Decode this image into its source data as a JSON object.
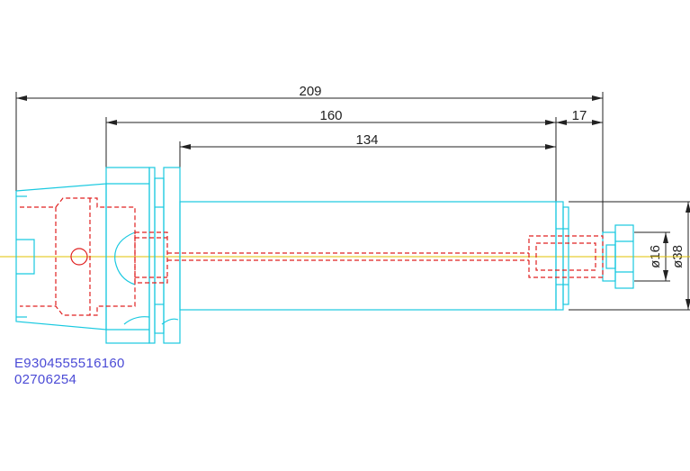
{
  "dimensions": {
    "overall_length": "209",
    "length_160": "160",
    "length_134": "134",
    "length_17": "17",
    "diameter_16": "ø16",
    "diameter_38": "ø38"
  },
  "part_codes": {
    "line1": "E9304555516160",
    "line2": "02706254"
  },
  "colors": {
    "outline": "#19c9e0",
    "hidden_lines": "#e02020",
    "dimension_lines": "#222222",
    "centerline": "#e0c000",
    "code_text": "#4b4bd6"
  }
}
